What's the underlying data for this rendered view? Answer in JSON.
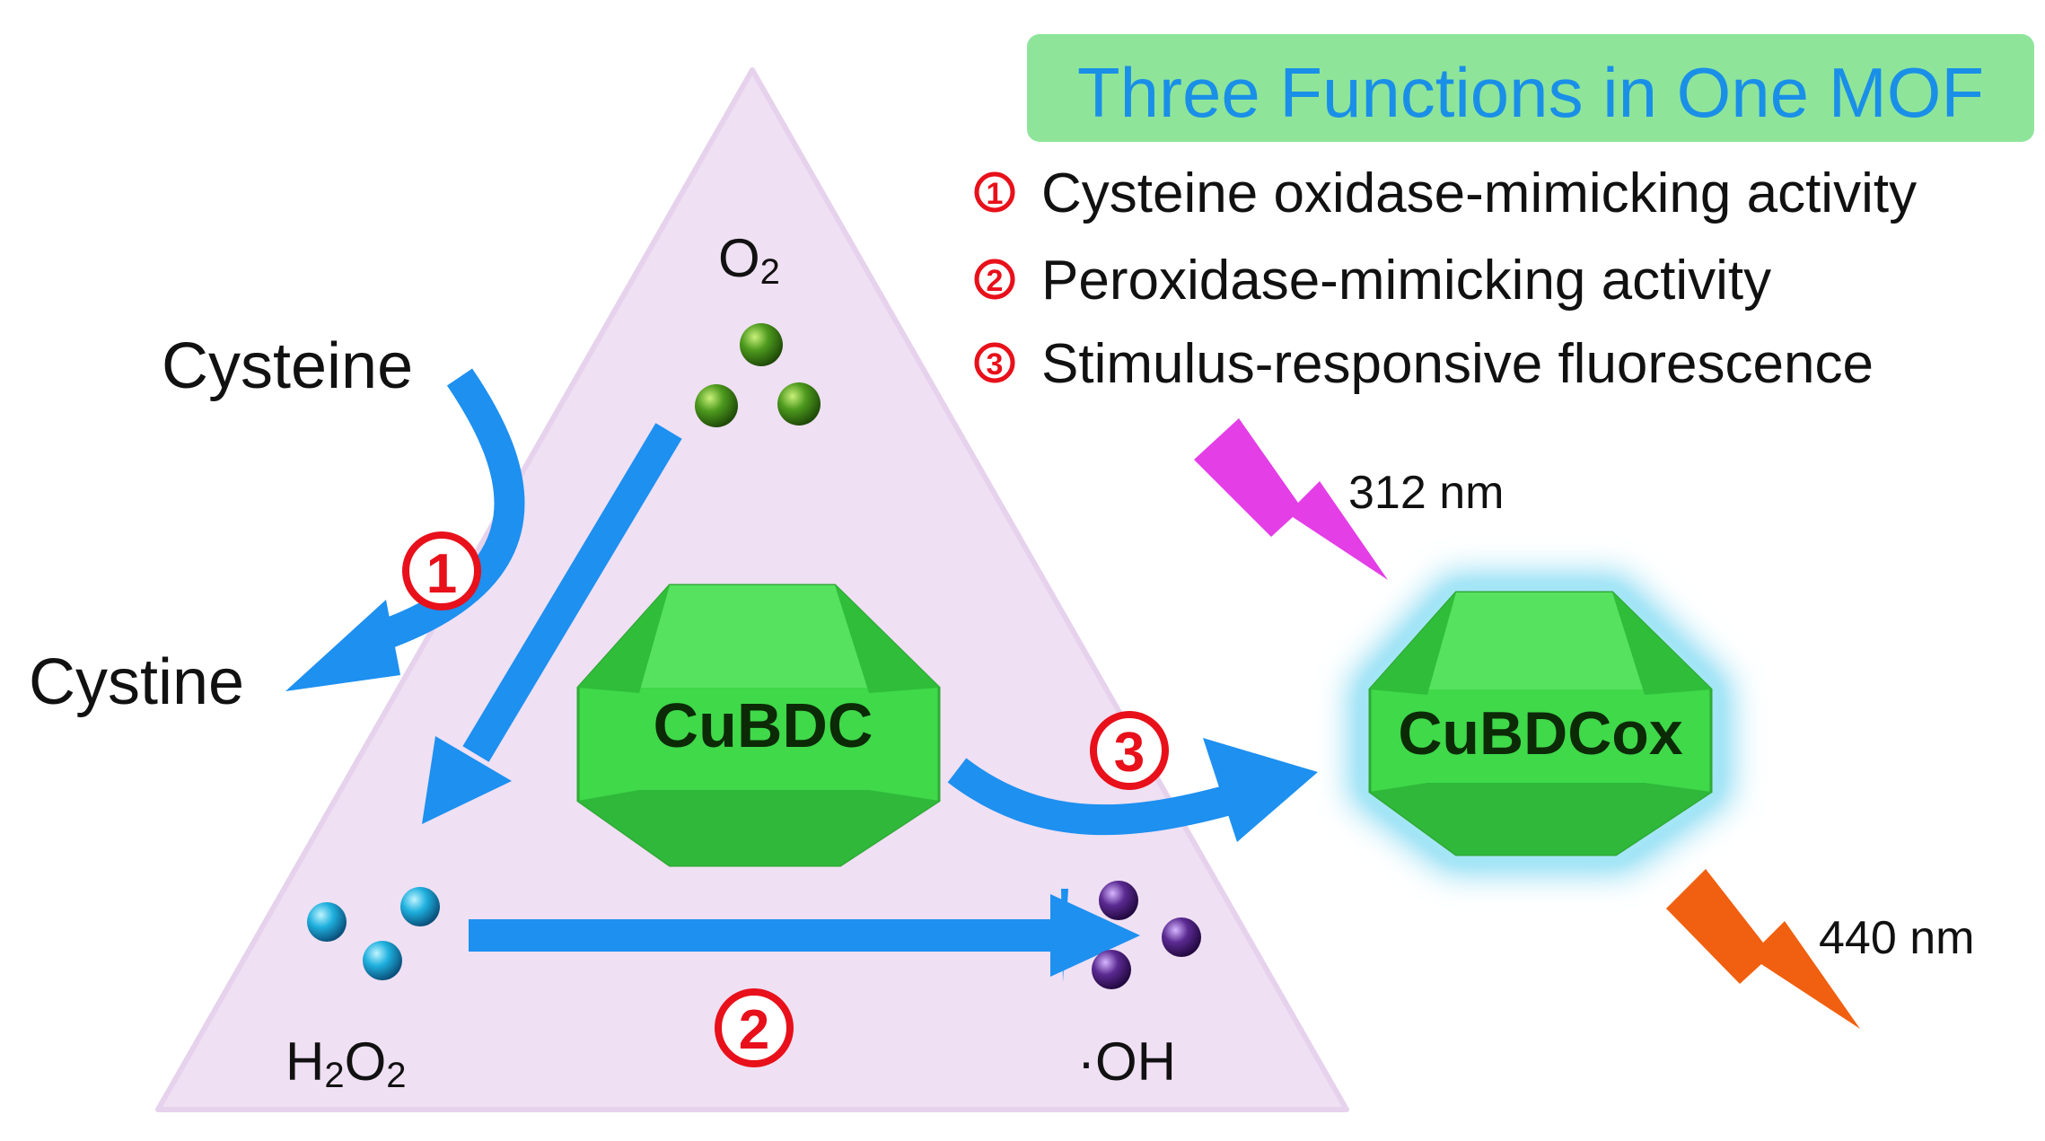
{
  "title": "Three Functions in One MOF",
  "functions": [
    {
      "number": "1",
      "text": "Cysteine oxidase-mimicking activity"
    },
    {
      "number": "2",
      "text": "Peroxidase-mimicking activity"
    },
    {
      "number": "3",
      "text": "Stimulus-responsive fluorescence"
    }
  ],
  "species": {
    "o2": {
      "main": "O",
      "sub": "2"
    },
    "cysteine": "Cysteine",
    "cystine": "Cystine",
    "h2o2": {
      "a": "H",
      "sub1": "2",
      "b": "O",
      "sub2": "2"
    },
    "oh": "·OH"
  },
  "crystals": {
    "mof": "CuBDC",
    "oxidized": "CuBDCox"
  },
  "steps": {
    "one": "1",
    "two": "2",
    "three": "3"
  },
  "excitation": "312 nm",
  "emission": "440 nm",
  "colors": {
    "triangle": "#efe0f3",
    "arrow": "#1d90f0",
    "crystal": "#3fd94a",
    "glow": "#7fd8f2",
    "o2_sphere": "#3a8a1a",
    "h2o2_sphere": "#1ba6d6",
    "oh_sphere": "#5a2a8a",
    "excitation_bolt": "#e43ee6",
    "emission_bolt": "#f06010",
    "title_box": "#8ee59a",
    "numbers": "#e8101a"
  }
}
